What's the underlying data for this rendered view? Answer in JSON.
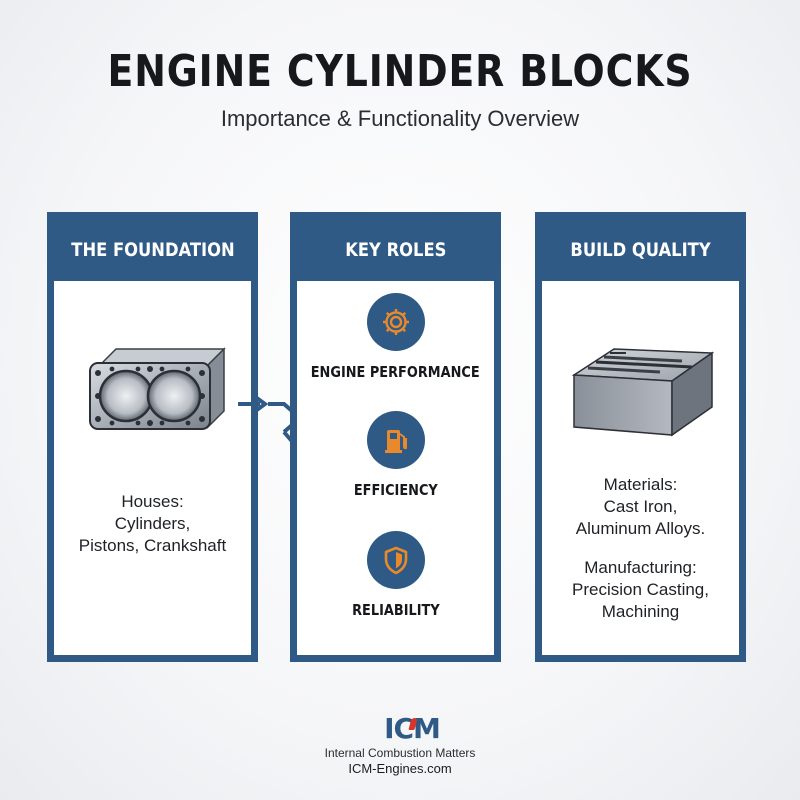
{
  "header": {
    "title": "ENGINE CYLINDER BLOCKS",
    "subtitle": "Importance & Functionality Overview"
  },
  "panels": {
    "foundation": {
      "heading": "THE FOUNDATION",
      "lines": [
        "Houses:",
        "Cylinders,",
        "Pistons, Crankshaft"
      ]
    },
    "roles": {
      "heading": "KEY ROLES",
      "items": [
        {
          "label": "ENGINE PERFORMANCE",
          "icon": "gear-icon"
        },
        {
          "label": "EFFICIENCY",
          "icon": "fuel-pump-icon"
        },
        {
          "label": "RELIABILITY",
          "icon": "shield-icon"
        }
      ]
    },
    "quality": {
      "heading": "BUILD QUALITY",
      "materials": [
        "Materials:",
        "Cast Iron,",
        "Aluminum Alloys."
      ],
      "manufacturing": [
        "Manufacturing:",
        "Precision Casting,",
        "Machining"
      ]
    }
  },
  "footer": {
    "logo_left": "IC",
    "logo_right": "M",
    "tagline": "Internal Combustion Matters",
    "url": "ICM-Engines.com"
  },
  "colors": {
    "brand_blue": "#2f5a86",
    "accent_orange": "#e8892b",
    "logo_red": "#d9342b"
  }
}
